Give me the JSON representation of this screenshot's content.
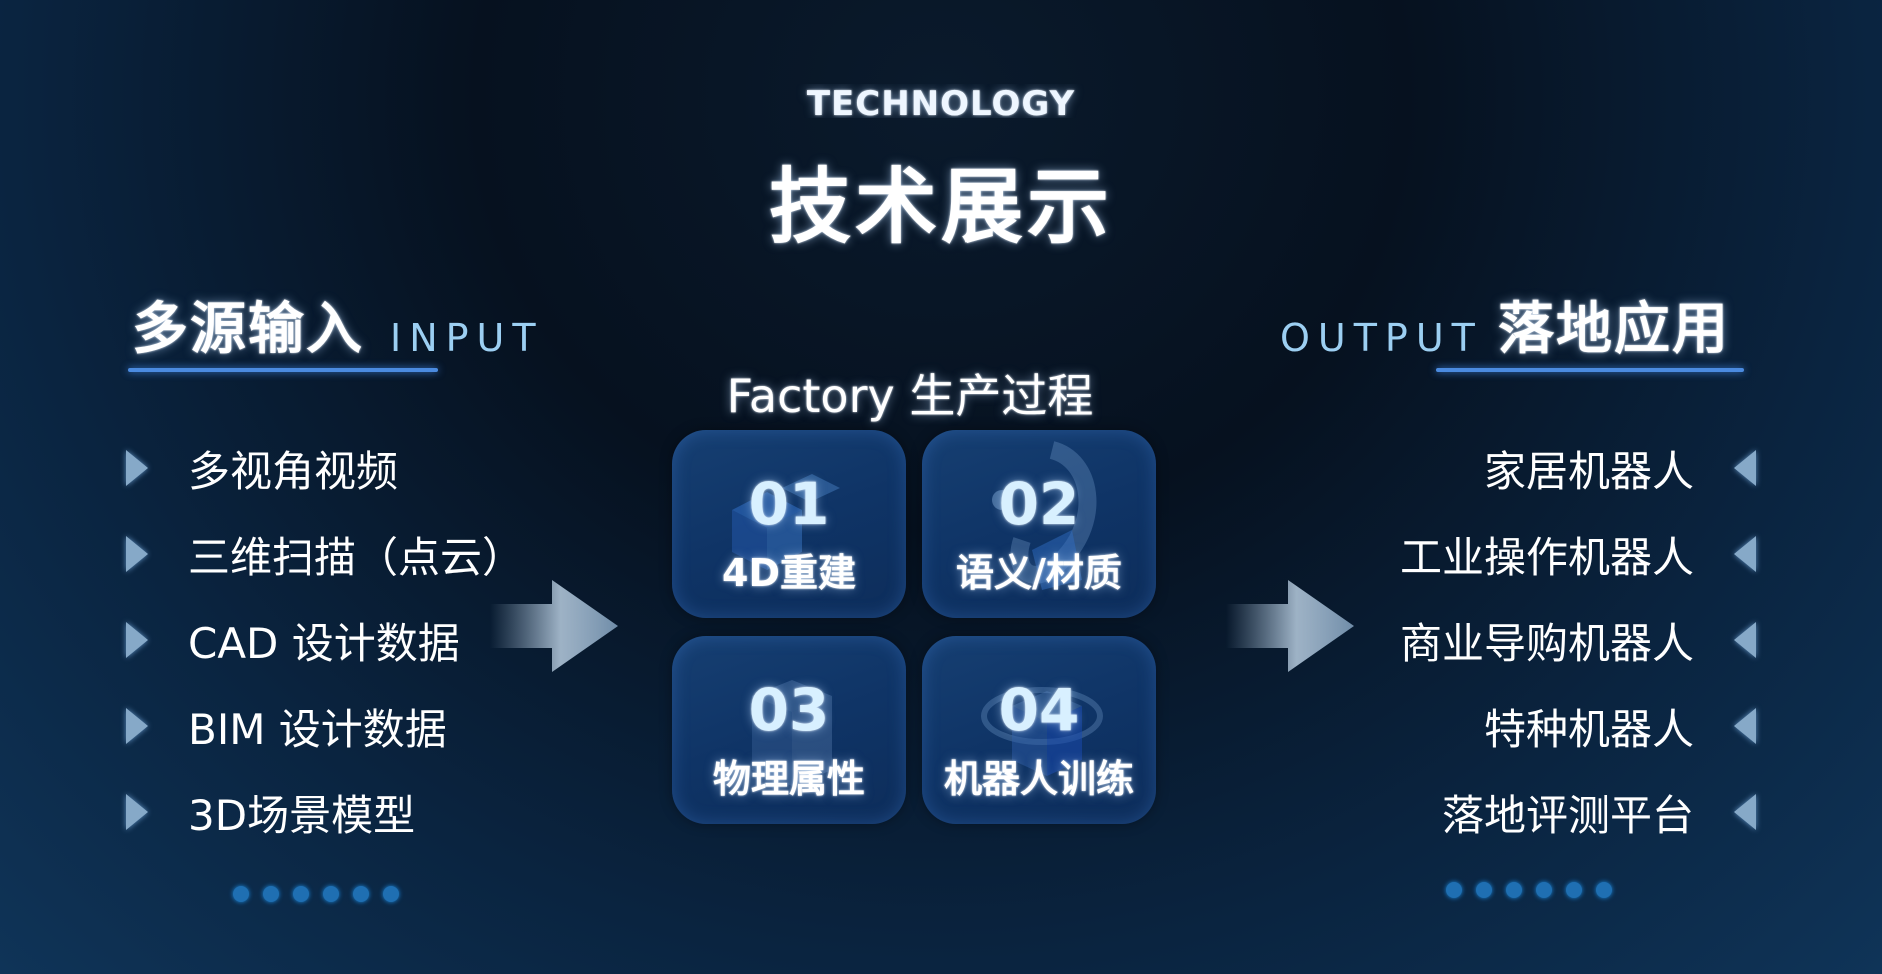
{
  "header": {
    "eyebrow": "TECHNOLOGY",
    "title": "技术展示"
  },
  "input": {
    "title_cn": "多源输入",
    "title_en": "INPUT",
    "items": [
      {
        "label": "多视角视频"
      },
      {
        "label": "三维扫描（点云）"
      },
      {
        "label": "CAD 设计数据"
      },
      {
        "label": "BIM  设计数据"
      },
      {
        "label": "3D场景模型"
      }
    ]
  },
  "factory": {
    "title": "Factory 生产过程",
    "cards": [
      {
        "num": "01",
        "caption": "4D重建"
      },
      {
        "num": "02",
        "caption": "语义/材质"
      },
      {
        "num": "03",
        "caption": "物理属性"
      },
      {
        "num": "04",
        "caption": "机器人训练"
      }
    ]
  },
  "output": {
    "title_cn": "落地应用",
    "title_en": "OUTPUT",
    "items": [
      {
        "label": "家居机器人"
      },
      {
        "label": "工业操作机器人"
      },
      {
        "label": "商业导购机器人"
      },
      {
        "label": "特种机器人"
      },
      {
        "label": "落地评测平台"
      }
    ]
  },
  "colors": {
    "accent_line": "#4b8be0",
    "card_bg": "#0f3466",
    "dot": "#1f6fb2",
    "english_label": "#9ccff2"
  },
  "icons": {
    "list_bullet_left": "triangle-right-icon",
    "list_bullet_right": "triangle-left-icon",
    "flow_arrow": "arrow-right-icon"
  }
}
